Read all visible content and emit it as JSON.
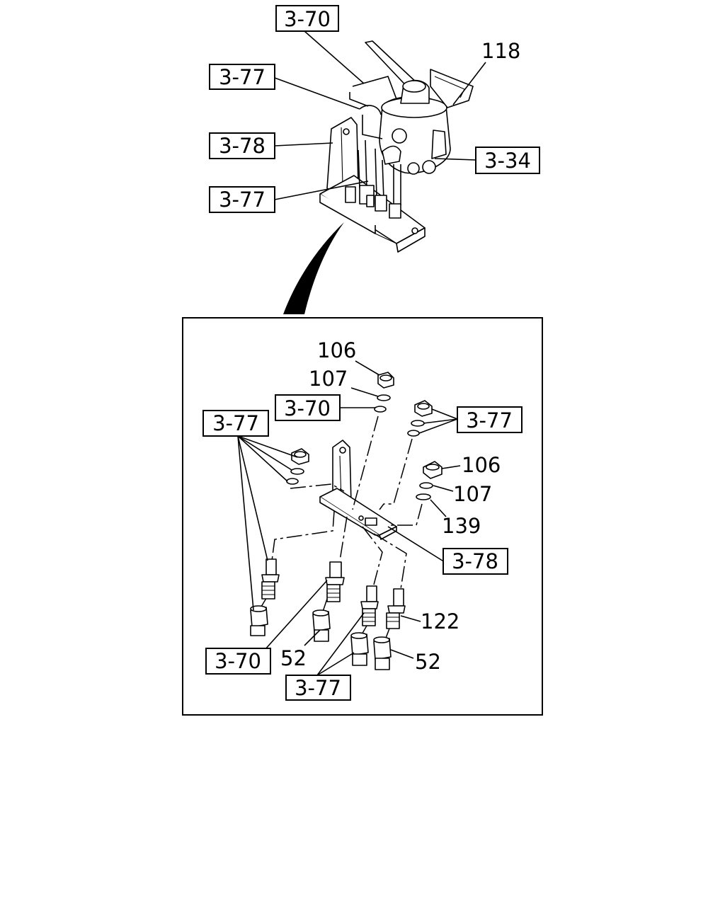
{
  "callouts": {
    "top_3_70": "3-70",
    "top_3_77_upper": "3-77",
    "top_3_78": "3-78",
    "top_3_77_lower": "3-77",
    "top_3_34": "3-34",
    "top_118": "118",
    "d_106_top": "106",
    "d_107_top": "107",
    "d_3_70_upper": "3-70",
    "d_3_77_left": "3-77",
    "d_3_77_right": "3-77",
    "d_106_right": "106",
    "d_107_right": "107",
    "d_139": "139",
    "d_3_78": "3-78",
    "d_122": "122",
    "d_3_70_lower": "3-70",
    "d_52_left": "52",
    "d_52_right": "52",
    "d_3_77_bottom": "3-77"
  }
}
